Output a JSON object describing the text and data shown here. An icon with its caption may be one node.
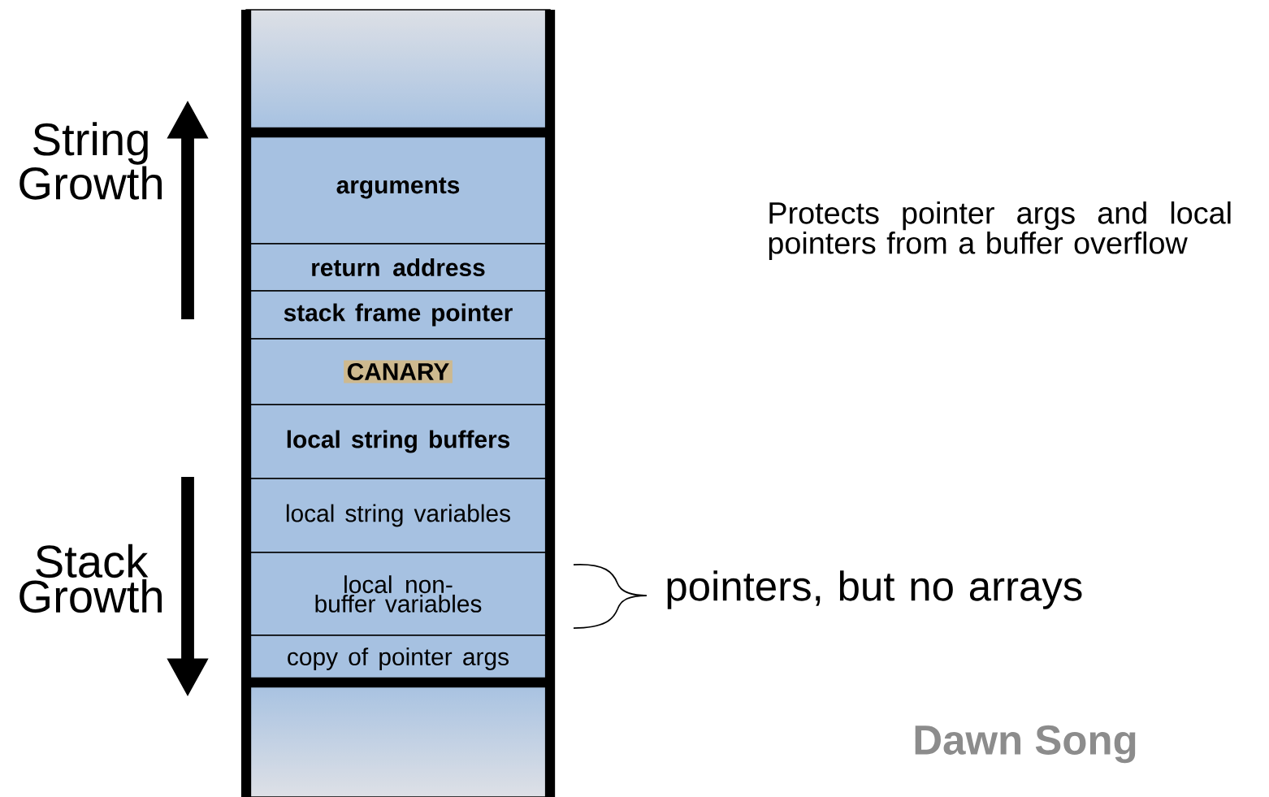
{
  "diagram": {
    "nodes": [
      {
        "text": [],
        "shape": "box"
      },
      {
        "text": [
          "arguments"
        ]
      },
      {
        "text": [
          "return address"
        ]
      },
      {
        "text": [
          "stack frame pointer"
        ]
      },
      {
        "text": [
          "CANARY"
        ]
      },
      {
        "text": [
          "local string buffers"
        ]
      },
      {
        "text": [
          "local string variables"
        ]
      },
      {
        "text": [
          "local non-buffer variables"
        ]
      },
      {
        "text": [
          "copy of pointer args"
        ]
      },
      {
        "text": [],
        "shape": "box"
      }
    ],
    "labels": [
      "String Growth",
      "Stack Growth",
      "Protects pointer args and local pointers from a buffer overflow",
      "pointers, but no arrays",
      "Dawn Song"
    ]
  }
}
